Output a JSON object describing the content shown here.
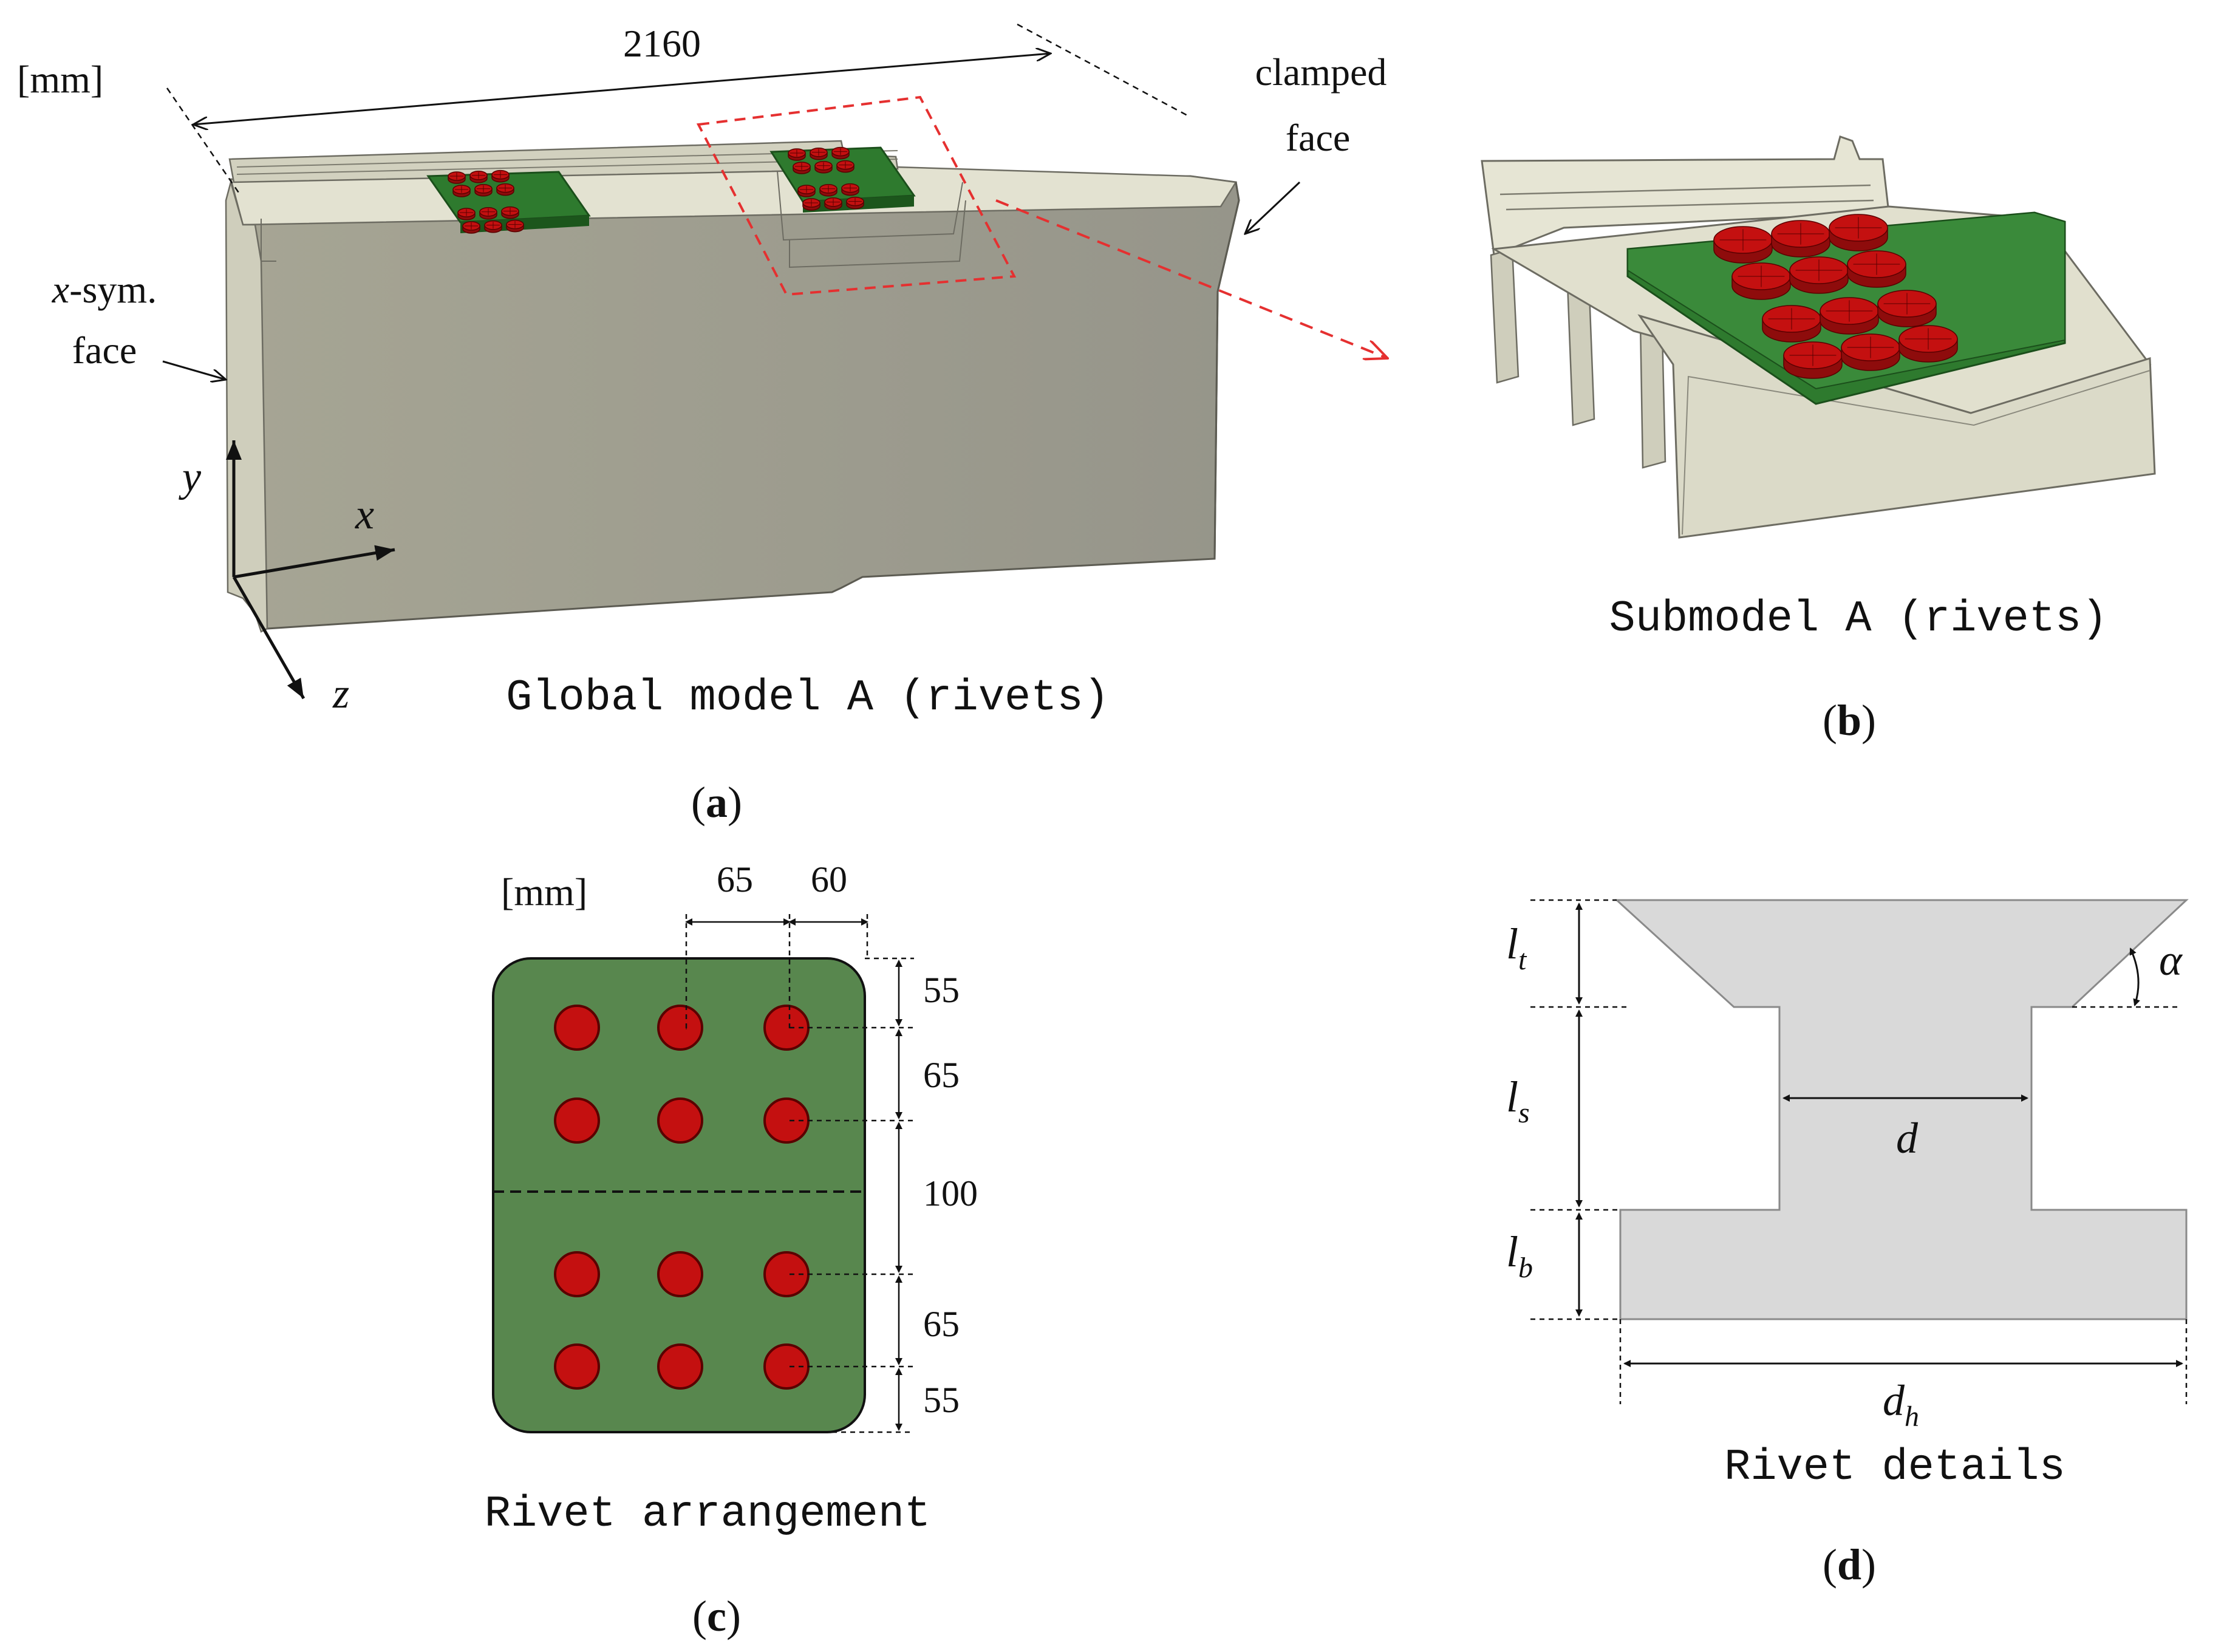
{
  "colors": {
    "beam_face": "#9c9b8a",
    "beam_light": "#d3d2c0",
    "beam_top": "#e2e1cf",
    "plate_green": "#2f7a2f",
    "plate_dark": "#1c561c",
    "rivet_red": "#c41010",
    "rivet_outline": "#5a0000",
    "highlight_dash": "#e53030",
    "rivet_section": "#d9d9d9"
  },
  "panel_a": {
    "unit": "[mm]",
    "length": "2160",
    "clamped": [
      "clamped",
      "face"
    ],
    "sym": [
      "x-sym.",
      "face"
    ],
    "axis_y": "y",
    "axis_x": "x",
    "axis_z": "z",
    "model_title": "Global model A (rivets)",
    "caption": "(a)"
  },
  "panel_b": {
    "model_title": "Submodel A (rivets)",
    "caption": "(b)"
  },
  "panel_c": {
    "unit": "[mm]",
    "dim_h1": "65",
    "dim_h2": "60",
    "dim_v": [
      "55",
      "65",
      "100",
      "65",
      "55"
    ],
    "title": "Rivet arrangement",
    "caption": "(c)"
  },
  "panel_d": {
    "lt": "l",
    "lt_sub": "t",
    "ls": "l",
    "ls_sub": "s",
    "lb": "l",
    "lb_sub": "b",
    "alpha": "α",
    "d": "d",
    "dh": "d",
    "dh_sub": "h",
    "title": "Rivet details",
    "caption": "(d)"
  }
}
